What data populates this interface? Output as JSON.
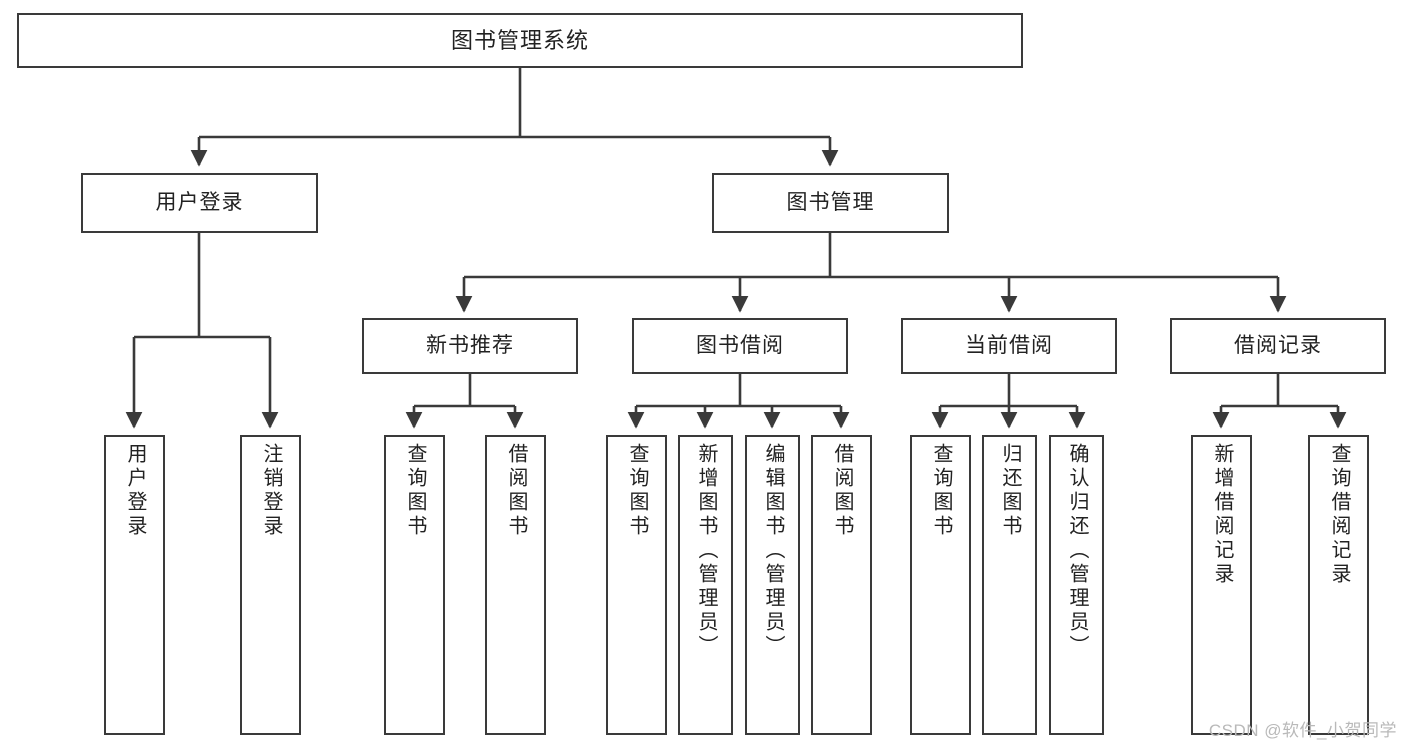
{
  "diagram": {
    "type": "tree-hierarchy",
    "title": "图书管理系统",
    "watermark": "CSDN @软件_小贺同学",
    "accent_color": "#3a3a3a",
    "background_color": "#ffffff",
    "nodes": {
      "root": {
        "label": "图书管理系统",
        "level": 0
      },
      "l1": [
        {
          "id": "user-login",
          "label": "用户登录",
          "level": 1
        },
        {
          "id": "book-manage",
          "label": "图书管理",
          "level": 1
        }
      ],
      "l2": [
        {
          "id": "new-book-rec",
          "label": "新书推荐",
          "level": 2,
          "parent": "book-manage"
        },
        {
          "id": "book-borrow",
          "label": "图书借阅",
          "level": 2,
          "parent": "book-manage"
        },
        {
          "id": "current-borrow",
          "label": "当前借阅",
          "level": 2,
          "parent": "book-manage"
        },
        {
          "id": "borrow-record",
          "label": "借阅记录",
          "level": 2,
          "parent": "book-manage"
        }
      ],
      "leaves": [
        {
          "id": "leaf-user-login",
          "label": "用户登录",
          "parent": "user-login"
        },
        {
          "id": "leaf-logout-login",
          "label": "注销登录",
          "parent": "user-login"
        },
        {
          "id": "leaf-query-book-1",
          "label": "查询图书",
          "parent": "new-book-rec"
        },
        {
          "id": "leaf-borrow-book-1",
          "label": "借阅图书",
          "parent": "new-book-rec"
        },
        {
          "id": "leaf-query-book-2",
          "label": "查询图书",
          "parent": "book-borrow"
        },
        {
          "id": "leaf-add-book",
          "label": "新增图书（管理员）",
          "parent": "book-borrow"
        },
        {
          "id": "leaf-edit-book",
          "label": "编辑图书（管理员）",
          "parent": "book-borrow"
        },
        {
          "id": "leaf-borrow-book-2",
          "label": "借阅图书",
          "parent": "book-borrow"
        },
        {
          "id": "leaf-query-book-3",
          "label": "查询图书",
          "parent": "current-borrow"
        },
        {
          "id": "leaf-return-book",
          "label": "归还图书",
          "parent": "current-borrow"
        },
        {
          "id": "leaf-confirm-return",
          "label": "确认归还（管理员）",
          "parent": "current-borrow"
        },
        {
          "id": "leaf-add-record",
          "label": "新增借阅记录",
          "parent": "borrow-record"
        },
        {
          "id": "leaf-query-record",
          "label": "查询借阅记录",
          "parent": "borrow-record"
        }
      ]
    }
  }
}
